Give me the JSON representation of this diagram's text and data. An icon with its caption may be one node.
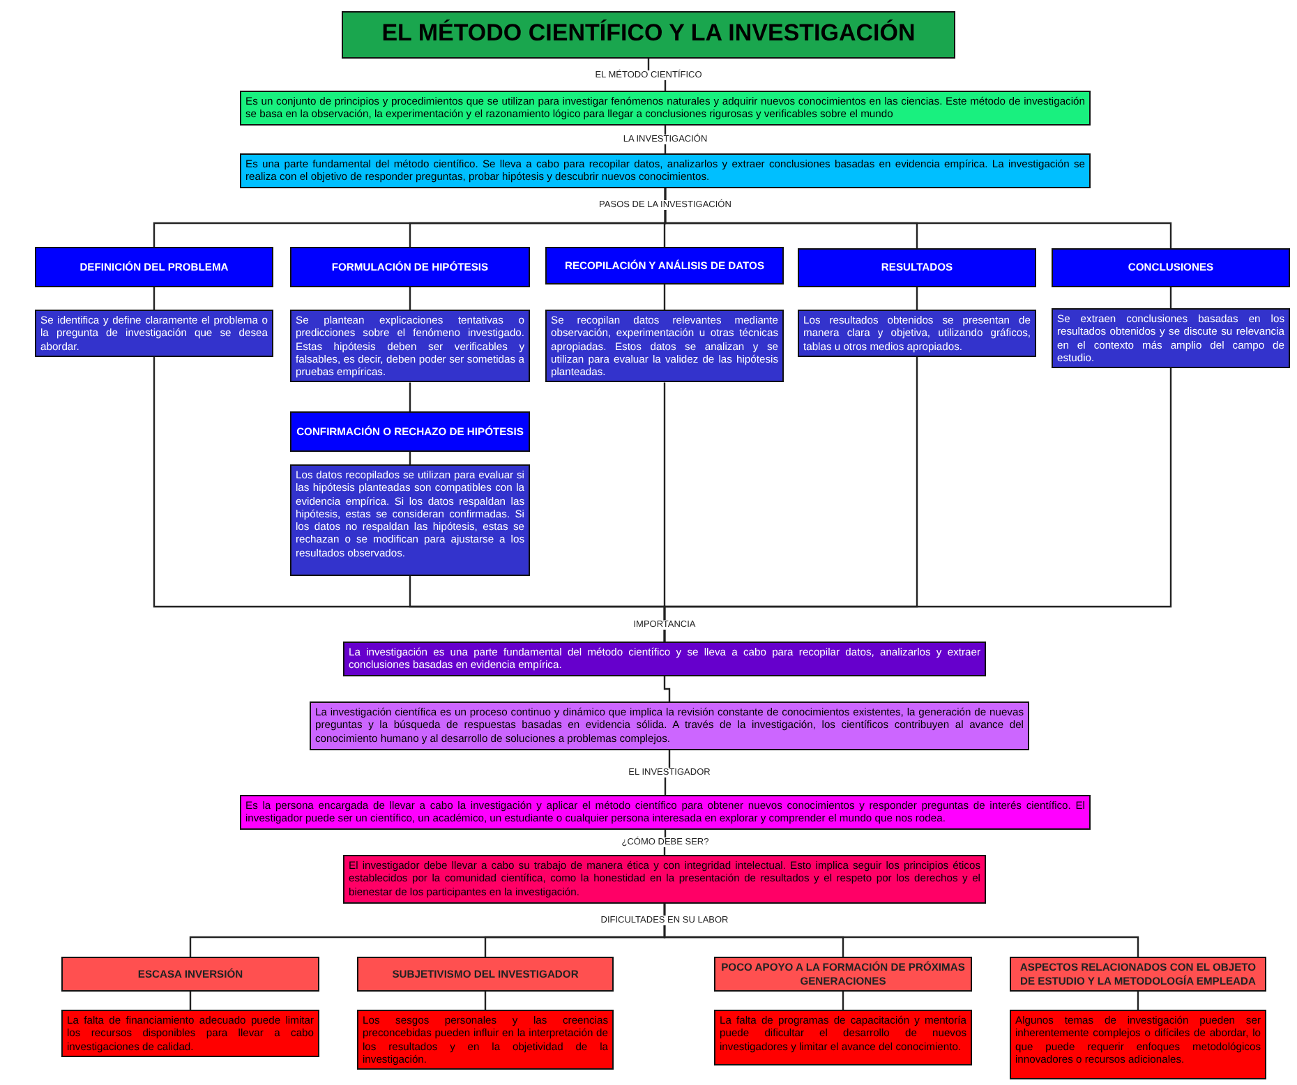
{
  "diagram": {
    "nodes": [
      {
        "text": [
          "EL MÉTODO CIENTÍFICO Y LA INVESTIGACIÓN"
        ]
      },
      {
        "text": [
          "Es un conjunto de principios y procedimientos que se utilizan para investigar fenómenos naturales y adquirir nuevos conocimientos en las ciencias. Este método de investigación se basa en la observación, la experimentación y el razonamiento lógico para llegar a conclusiones rigurosas y verificables sobre el mundo"
        ]
      },
      {
        "text": [
          "Es una parte fundamental del método científico. Se lleva a cabo para recopilar datos, analizarlos y extraer conclusiones basadas en evidencia empírica. La investigación se realiza con el objetivo de responder preguntas, probar hipótesis y descubrir nuevos conocimientos."
        ]
      },
      {
        "text": [
          "DEFINICIÓN DEL PROBLEMA"
        ]
      },
      {
        "text": [
          "Se identifica y define claramente el problema o la pregunta de investigación que se desea abordar."
        ]
      },
      {
        "text": [
          "FORMULACIÓN DE HIPÓTESIS"
        ]
      },
      {
        "text": [
          "Se plantean explicaciones tentativas o predicciones sobre el fenómeno investigado. Estas hipótesis deben ser verificables y falsables, es decir, deben poder ser sometidas a pruebas empíricas."
        ]
      },
      {
        "text": [
          "CONFIRMACIÓN O RECHAZO DE HIPÓTESIS"
        ]
      },
      {
        "text": [
          "Los datos recopilados se utilizan para evaluar si las hipótesis planteadas son compatibles con la evidencia empírica. Si los datos respaldan las hipótesis, estas se consideran confirmadas. Si los datos no respaldan las hipótesis, estas se rechazan o se modifican para ajustarse a los resultados observados."
        ]
      },
      {
        "text": [
          "RECOPILACIÓN Y ANÁLISIS DE DATOS"
        ]
      },
      {
        "text": [
          "Se recopilan datos relevantes mediante observación, experimentación u otras técnicas apropiadas. Estos datos se analizan y se utilizan para evaluar la validez de las hipótesis planteadas."
        ]
      },
      {
        "text": [
          "RESULTADOS"
        ]
      },
      {
        "text": [
          "Los resultados obtenidos se presentan de manera clara y objetiva, utilizando gráficos, tablas u otros medios apropiados."
        ]
      },
      {
        "text": [
          "CONCLUSIONES"
        ]
      },
      {
        "text": [
          "Se extraen conclusiones basadas en los resultados obtenidos y se discute su relevancia en el contexto más amplio del campo de estudio."
        ]
      },
      {
        "text": [
          "La investigación es una parte fundamental del método científico y se lleva a cabo para recopilar datos, analizarlos y extraer conclusiones basadas en evidencia empírica."
        ]
      },
      {
        "text": [
          "La investigación científica es un proceso continuo y dinámico que implica la revisión constante de conocimientos existentes, la generación de nuevas preguntas y la búsqueda de respuestas basadas en evidencia sólida. A través de la investigación, los científicos contribuyen al avance del conocimiento humano y al desarrollo de soluciones a problemas complejos."
        ]
      },
      {
        "text": [
          "Es la persona encargada de llevar a cabo la investigación y aplicar el método científico para obtener nuevos conocimientos y responder preguntas de interés científico. El investigador puede ser un científico, un académico, un estudiante o cualquier persona interesada en explorar y comprender el mundo que nos rodea."
        ]
      },
      {
        "text": [
          "El investigador debe llevar a cabo su trabajo de manera ética y con integridad intelectual. Esto implica seguir los principios éticos establecidos por la comunidad científica, como la honestidad en la presentación de resultados y el respeto por los derechos y el bienestar de los participantes en la investigación."
        ]
      },
      {
        "text": [
          "ESCASA INVERSIÓN"
        ]
      },
      {
        "text": [
          "La falta de financiamiento adecuado puede limitar los recursos disponibles para llevar a cabo investigaciones de calidad."
        ]
      },
      {
        "text": [
          "SUBJETIVISMO DEL INVESTIGADOR"
        ]
      },
      {
        "text": [
          "Los sesgos personales y las creencias preconcebidas pueden influir en la interpretación de los resultados y en la objetividad de la investigación."
        ]
      },
      {
        "text": [
          "POCO APOYO A LA FORMACIÓN DE PRÓXIMAS GENERACIONES"
        ]
      },
      {
        "text": [
          "La falta de programas de capacitación y mentoría puede dificultar el desarrollo de nuevos investigadores y limitar el avance del conocimiento."
        ]
      },
      {
        "text": [
          "ASPECTOS RELACIONADOS CON EL OBJETO DE ESTUDIO Y LA METODOLOGÍA EMPLEADA"
        ]
      },
      {
        "text": [
          "Algunos temas de investigación pueden ser inherentemente complejos o difíciles de abordar, lo que puede requerir enfoques metodológicos innovadores o recursos adicionales."
        ]
      }
    ],
    "edges": [
      {
        "from": 0,
        "to": 1,
        "arrow": "none",
        "label": "EL MÉTODO CIENTÍFICO"
      },
      {
        "from": 1,
        "to": 2,
        "arrow": "none",
        "label": "LA INVESTIGACIÓN"
      },
      {
        "from": 2,
        "to": 3,
        "arrow": "none"
      },
      {
        "from": 2,
        "to": 5,
        "arrow": "none"
      },
      {
        "from": 2,
        "to": 9,
        "arrow": "none",
        "label": "PASOS DE LA INVESTIGACIÓN"
      },
      {
        "from": 2,
        "to": 11,
        "arrow": "none"
      },
      {
        "from": 2,
        "to": 13,
        "arrow": "none"
      },
      {
        "from": 3,
        "to": 4,
        "arrow": "none"
      },
      {
        "from": 5,
        "to": 6,
        "arrow": "none"
      },
      {
        "from": 6,
        "to": 7,
        "arrow": "none"
      },
      {
        "from": 7,
        "to": 8,
        "arrow": "none"
      },
      {
        "from": 9,
        "to": 10,
        "arrow": "none"
      },
      {
        "from": 11,
        "to": 12,
        "arrow": "none"
      },
      {
        "from": 13,
        "to": 14,
        "arrow": "none"
      },
      {
        "from": 4,
        "to": 15,
        "arrow": "none"
      },
      {
        "from": 8,
        "to": 15,
        "arrow": "none"
      },
      {
        "from": 10,
        "to": 15,
        "arrow": "none",
        "label": "IMPORTANCIA"
      },
      {
        "from": 12,
        "to": 15,
        "arrow": "none"
      },
      {
        "from": 14,
        "to": 15,
        "arrow": "none"
      },
      {
        "from": 15,
        "to": 16,
        "arrow": "none"
      },
      {
        "from": 16,
        "to": 17,
        "arrow": "none",
        "label": "EL INVESTIGADOR"
      },
      {
        "from": 17,
        "to": 18,
        "arrow": "none",
        "label": "¿CÓMO DEBE SER?"
      },
      {
        "from": 18,
        "to": 19,
        "arrow": "none"
      },
      {
        "from": 18,
        "to": 21,
        "arrow": "none"
      },
      {
        "from": 18,
        "to": 23,
        "arrow": "none",
        "label": "DIFICULTADES EN SU LABOR"
      },
      {
        "from": 18,
        "to": 25,
        "arrow": "none"
      },
      {
        "from": 19,
        "to": 20,
        "arrow": "none"
      },
      {
        "from": 21,
        "to": 22,
        "arrow": "none"
      },
      {
        "from": 23,
        "to": 24,
        "arrow": "none"
      },
      {
        "from": 25,
        "to": 26,
        "arrow": "none"
      }
    ]
  }
}
